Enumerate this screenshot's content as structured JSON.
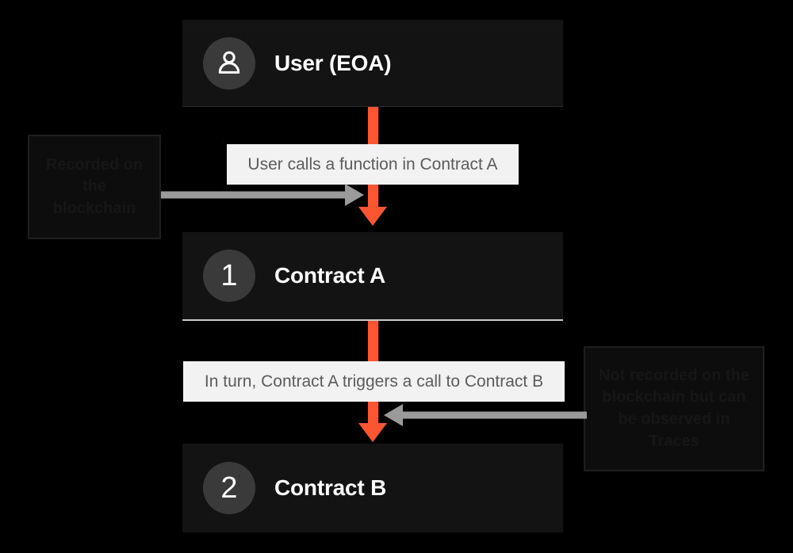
{
  "diagram": {
    "title": "Contract call flow",
    "background_color": "#000000",
    "accent_color": "#fb5532",
    "node_fill": "#131313",
    "badge_fill": "#3a3a3a",
    "chip_fill": "#f2f2f2",
    "chip_text_color": "#5c5c5c",
    "callout_fill": "#0d0d0d",
    "callout_text_color": "#161616",
    "gray_arrow_color": "#9a9a9a"
  },
  "nodes": [
    {
      "id": "user",
      "badge_type": "person-icon",
      "badge_label": "",
      "title": "User (EOA)"
    },
    {
      "id": "contract-a",
      "badge_type": "number",
      "badge_label": "1",
      "title": "Contract A"
    },
    {
      "id": "contract-b",
      "badge_type": "number",
      "badge_label": "2",
      "title": "Contract B"
    }
  ],
  "chips": [
    {
      "id": "chip-user-calls",
      "text": "User calls a function in Contract A"
    },
    {
      "id": "chip-contract-a-triggers",
      "text": "In turn, Contract A triggers a call to Contract B"
    }
  ],
  "callouts": [
    {
      "id": "callout-recorded",
      "lines": [
        "Recorded",
        "on the",
        "blockchain"
      ],
      "text": "Recorded on the blockchain"
    },
    {
      "id": "callout-not-recorded",
      "lines": [
        "Not recorded on the",
        "blockchain but can",
        "be observed in",
        "Traces"
      ],
      "text": "Not recorded on the blockchain but can be observed in Traces"
    }
  ],
  "connectors": [
    {
      "id": "orange-user-to-contract-a",
      "color": "#fb5532",
      "direction": "down",
      "from": "user",
      "to": "contract-a"
    },
    {
      "id": "orange-contract-a-to-contract-b",
      "color": "#fb5532",
      "direction": "down",
      "from": "contract-a",
      "to": "contract-b"
    },
    {
      "id": "gray-recorded-pointer",
      "color": "#9a9a9a",
      "direction": "right",
      "from": "callout-recorded",
      "to": "orange-user-to-contract-a"
    },
    {
      "id": "gray-not-recorded-pointer",
      "color": "#9a9a9a",
      "direction": "left",
      "from": "callout-not-recorded",
      "to": "orange-contract-a-to-contract-b"
    }
  ]
}
